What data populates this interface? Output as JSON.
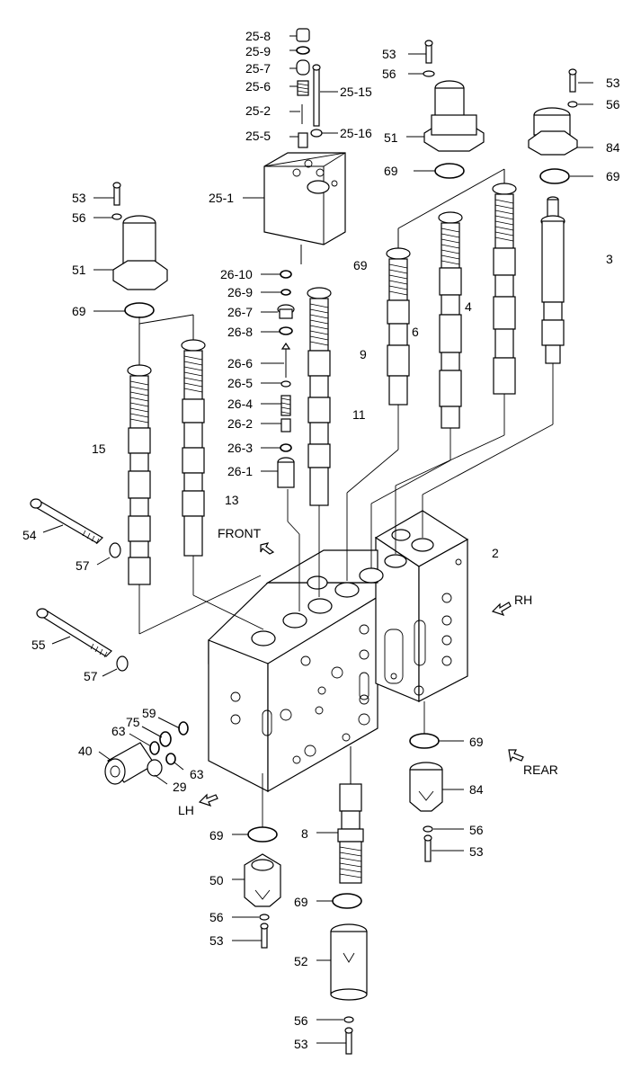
{
  "labels": {
    "p25_8": "25-8",
    "p25_9": "25-9",
    "p25_7": "25-7",
    "p25_6": "25-6",
    "p25_15": "25-15",
    "p25_2": "25-2",
    "p25_5": "25-5",
    "p25_16": "25-16",
    "p25_1": "25-1",
    "p26_10": "26-10",
    "p26_9": "26-9",
    "p26_7": "26-7",
    "p26_8": "26-8",
    "p26_6": "26-6",
    "p26_5": "26-5",
    "p26_4": "26-4",
    "p26_2": "26-2",
    "p26_3": "26-3",
    "p26_1": "26-1",
    "p53": "53",
    "p56": "56",
    "p51": "51",
    "p84": "84",
    "p69": "69",
    "p3": "3",
    "p4": "4",
    "p6": "6",
    "p9": "9",
    "p11": "11",
    "p15": "15",
    "p13": "13",
    "p54": "54",
    "p57": "57",
    "p55": "55",
    "p2": "2",
    "p59": "59",
    "p75": "75",
    "p63": "63",
    "p40": "40",
    "p29": "29",
    "p8": "8",
    "p50": "50",
    "p52": "52"
  },
  "directions": {
    "front": "FRONT",
    "rh": "RH",
    "rear": "REAR",
    "lh": "LH"
  }
}
